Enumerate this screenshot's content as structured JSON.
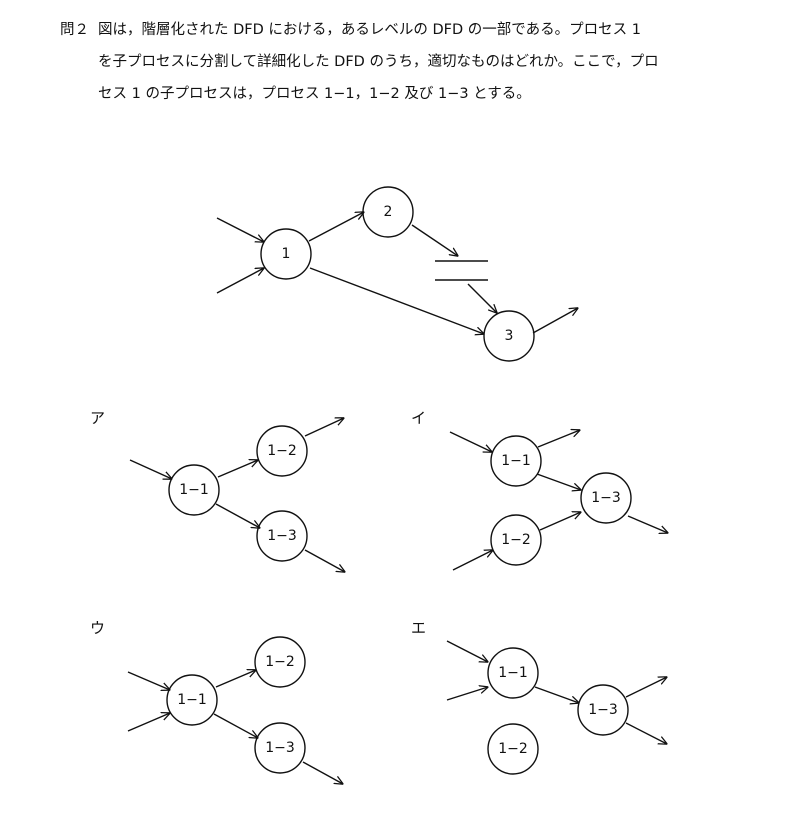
{
  "question": {
    "number": "問２",
    "lines": [
      "図は，階層化された DFD における，あるレベルの DFD の一部である。プロセス 1",
      "を子プロセスに分割して詳細化した DFD のうち，適切なものはどれか。ここで，プロ",
      "セス 1 の子プロセスは，プロセス 1−1，1−2 及び 1−3 とする。"
    ]
  },
  "main_diagram": {
    "process_1": "1",
    "process_2": "2",
    "process_3": "3"
  },
  "options": {
    "a": {
      "label": "ア",
      "p11": "1−1",
      "p12": "1−2",
      "p13": "1−3"
    },
    "i": {
      "label": "イ",
      "p11": "1−1",
      "p12": "1−2",
      "p13": "1−3"
    },
    "u": {
      "label": "ウ",
      "p11": "1−1",
      "p12": "1−2",
      "p13": "1−3"
    },
    "e": {
      "label": "エ",
      "p11": "1−1",
      "p12": "1−2",
      "p13": "1−3"
    }
  },
  "colors": {
    "ink": "#111111",
    "background": "#ffffff"
  }
}
